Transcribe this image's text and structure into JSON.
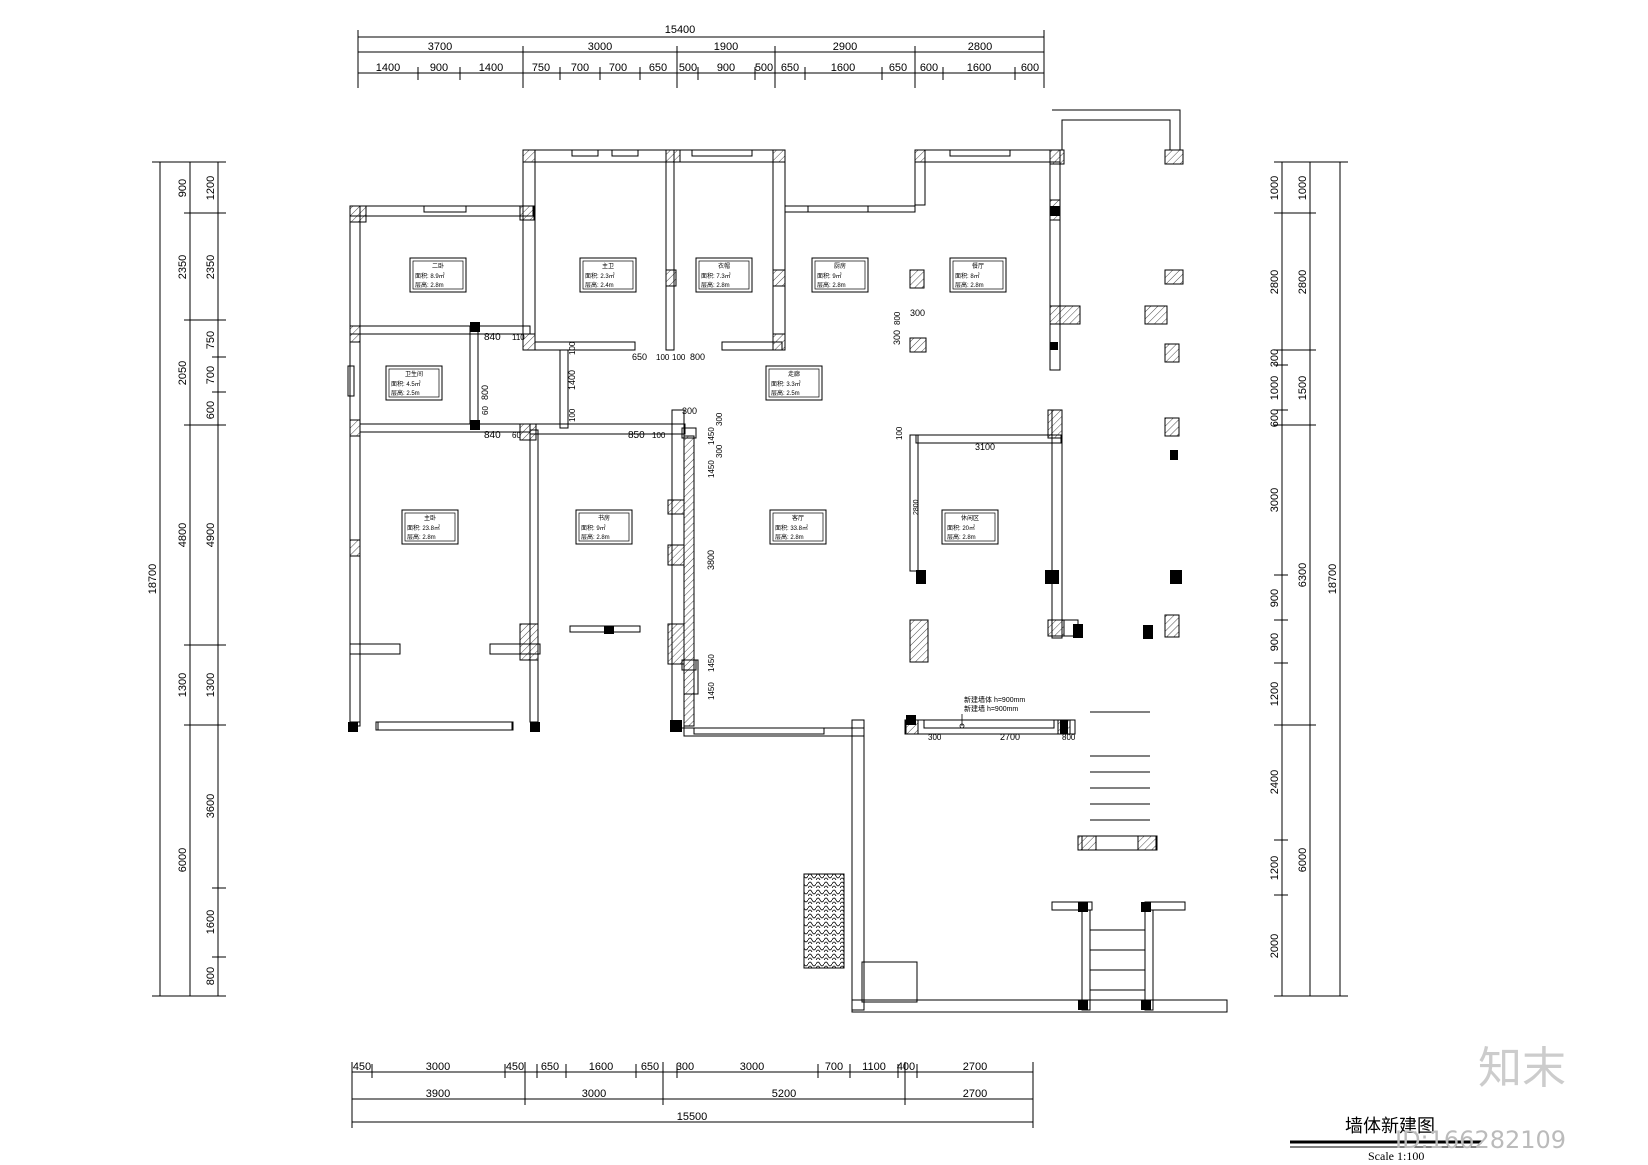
{
  "drawing": {
    "title": "墙体新建图",
    "scale": "Scale 1:100"
  },
  "watermark": {
    "logo": "知末",
    "id": "ID:166282109"
  },
  "top_dims": {
    "total": "15400",
    "groups": [
      "3700",
      "3000",
      "1900",
      "2900",
      "2800"
    ],
    "details": [
      "1400",
      "900",
      "1400",
      "750",
      "700",
      "700",
      "650",
      "500",
      "900",
      "500",
      "650",
      "1600",
      "650",
      "600",
      "1600",
      "600"
    ]
  },
  "bottom_dims": {
    "details": [
      "450",
      "3000",
      "450",
      "650",
      "1600",
      "650",
      "300",
      "3000",
      "700",
      "1100",
      "400",
      "2700"
    ],
    "groups": [
      "3900",
      "3000",
      "5200",
      "2700"
    ],
    "total": "15500"
  },
  "left_dims": {
    "total": "18700",
    "groups": [
      "900",
      "2350",
      "2050",
      "4800",
      "1300",
      "6000"
    ],
    "details": [
      "1200",
      "2350",
      "750",
      "700",
      "600",
      "4900",
      "1300",
      "3600",
      "1600",
      "800"
    ]
  },
  "right_dims": {
    "total": "18700",
    "groups": [
      "1000",
      "2800",
      "1500",
      "6300",
      "6000"
    ],
    "details": [
      "1000",
      "2800",
      "300",
      "1000",
      "600",
      "3000",
      "900",
      "900",
      "1200",
      "2400",
      "1200",
      "2000"
    ]
  },
  "inner_dims": {
    "a": "840",
    "b": "110",
    "c": "840",
    "d": "60",
    "e": "850",
    "f": "100",
    "g": "650",
    "h": "100",
    "i": "100",
    "j": "800",
    "k": "1400",
    "l": "100",
    "m": "100",
    "n": "60",
    "o": "800",
    "p": "300",
    "q": "300",
    "r": "800",
    "s": "3100",
    "t": "100",
    "u": "3800",
    "v": "1450",
    "w": "1450",
    "x": "300",
    "y": "2700",
    "z": "300",
    "aa": "300",
    "ab": "800",
    "ac": "300",
    "ad": "1450",
    "ae": "1450",
    "af": "2800"
  },
  "room_tags": [
    {
      "name": "二卧",
      "l1": "面积: 8.9㎡",
      "l2": "层高: 2.8m"
    },
    {
      "name": "主卫",
      "l1": "面积: 2.3㎡",
      "l2": "层高: 2.4m"
    },
    {
      "name": "衣帽",
      "l1": "面积: 7.3㎡",
      "l2": "层高: 2.8m"
    },
    {
      "name": "厨房",
      "l1": "面积: 9㎡",
      "l2": "层高: 2.8m"
    },
    {
      "name": "餐厅",
      "l1": "面积: 8㎡",
      "l2": "层高: 2.8m"
    },
    {
      "name": "卫生间",
      "l1": "面积: 4.5㎡",
      "l2": "层高: 2.5m"
    },
    {
      "name": "走廊",
      "l1": "面积: 3.3㎡",
      "l2": "层高: 2.5m"
    },
    {
      "name": "主卧",
      "l1": "面积: 23.8㎡",
      "l2": "层高: 2.8m"
    },
    {
      "name": "书房",
      "l1": "面积: 9㎡",
      "l2": "层高: 2.8m"
    },
    {
      "name": "客厅",
      "l1": "面积: 33.8㎡",
      "l2": "层高: 2.8m"
    },
    {
      "name": "休闲区",
      "l1": "面积: 20㎡",
      "l2": "层高: 2.8m"
    }
  ],
  "note": {
    "l1": "新建墙体 h=900mm",
    "l2": "新建墙 h=900mm"
  }
}
